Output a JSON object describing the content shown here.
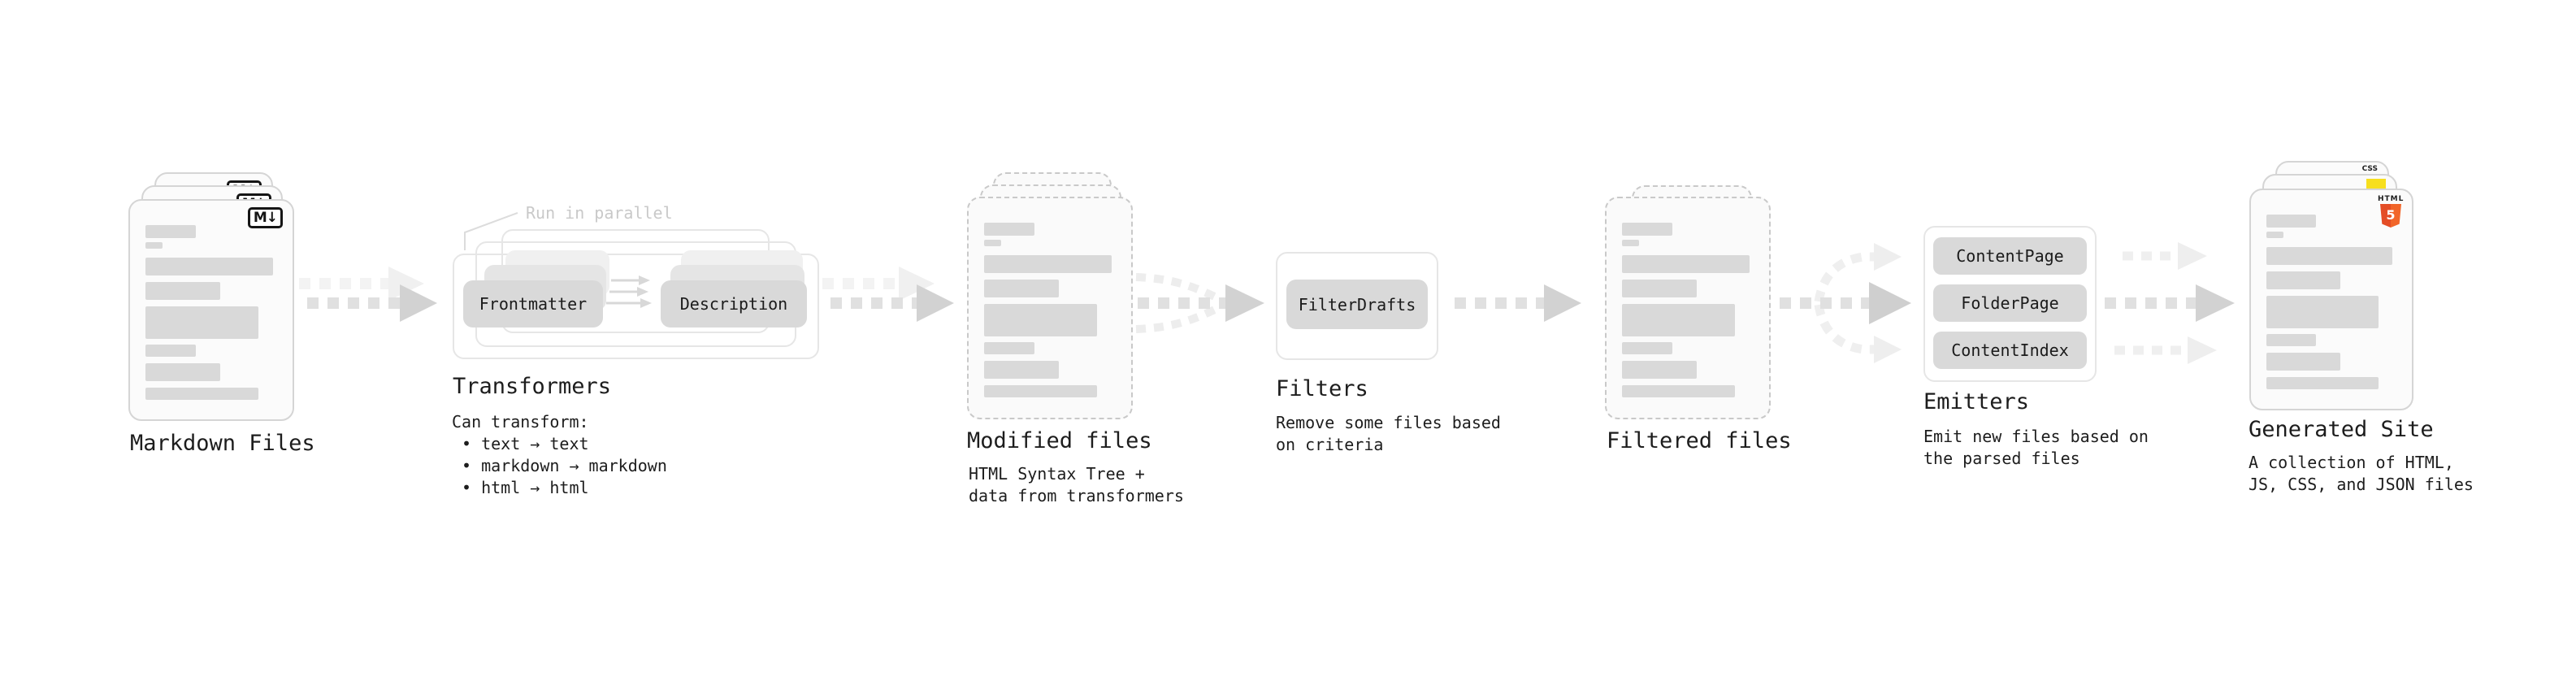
{
  "stages": {
    "markdown_files": {
      "label": "Markdown Files",
      "badge": "M↓"
    },
    "transformers": {
      "annotation": "Run in parallel",
      "input_button": "Frontmatter",
      "output_button": "Description",
      "heading": "Transformers",
      "description_title": "Can transform:",
      "bullets": [
        "• text → text",
        "• markdown → markdown",
        "• html → html"
      ]
    },
    "modified_files": {
      "label": "Modified files",
      "description_line1": "HTML Syntax Tree +",
      "description_line2": "data from transformers"
    },
    "filters": {
      "heading": "Filters",
      "button": "FilterDrafts",
      "description_line1": "Remove some files based",
      "description_line2": "on criteria"
    },
    "filtered_files": {
      "label": "Filtered files"
    },
    "emitters": {
      "heading": "Emitters",
      "buttons": [
        "ContentPage",
        "FolderPage",
        "ContentIndex"
      ],
      "description_line1": "Emit new files based on",
      "description_line2": "the parsed files"
    },
    "generated_site": {
      "label": "Generated Site",
      "description_line1": "A collection of HTML,",
      "description_line2": "JS, CSS, and JSON files",
      "badges": {
        "html5_title": "HTML",
        "html5_number": "5",
        "css_label": "CSS"
      }
    }
  },
  "colors": {
    "background": "#ffffff",
    "text": "#1d1d1d",
    "muted_annotation": "#c9c9c9",
    "bar_fill": "#d9d9d9",
    "button_fill": "#d9d9d9",
    "container_border": "#e6e6e6",
    "doc_border": "#d5d5d5",
    "dashed_border": "#c9c9c9",
    "arrow_dash": "#e0e0e0",
    "arrow_head": "#d2d2d2",
    "arrow_ghost": "#f0f0f0",
    "html5_orange": "#e44d26",
    "html5_orange_light": "#f16529",
    "js_yellow": "#f7df1e",
    "css_blue": "#2f6fe4"
  }
}
